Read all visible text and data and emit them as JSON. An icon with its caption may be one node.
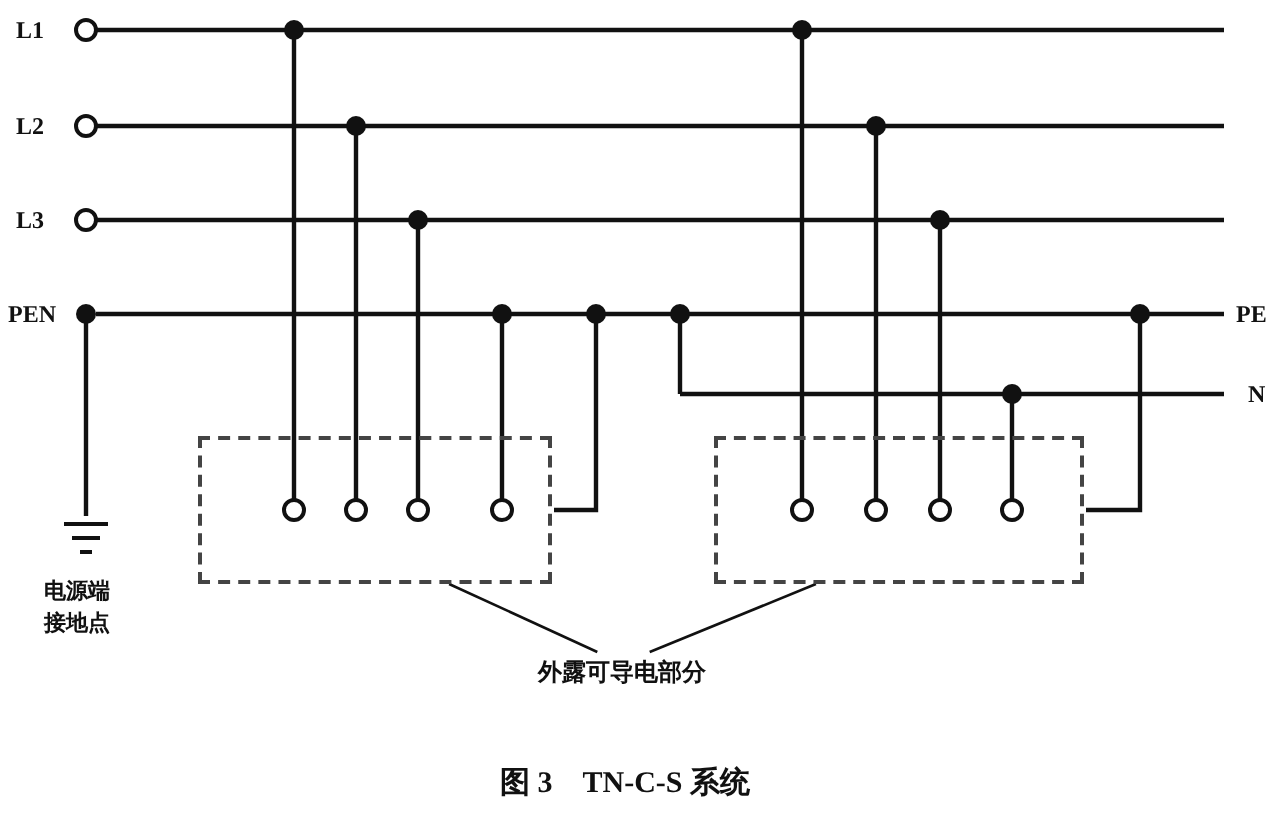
{
  "diagram": {
    "caption": "图 3　TN-C-S 系统",
    "nodes": [
      {
        "text": [],
        "shape": "box"
      },
      {
        "text": [],
        "shape": "box"
      },
      {
        "text": [
          "外露可导电部分"
        ]
      }
    ],
    "edges": [
      {
        "from": 2,
        "to": 0,
        "arrow": "none"
      },
      {
        "from": 2,
        "to": 1,
        "arrow": "none"
      }
    ],
    "labels": [
      "L1",
      "L2",
      "L3",
      "PEN",
      "PE",
      "N",
      "电源端接地点"
    ]
  }
}
